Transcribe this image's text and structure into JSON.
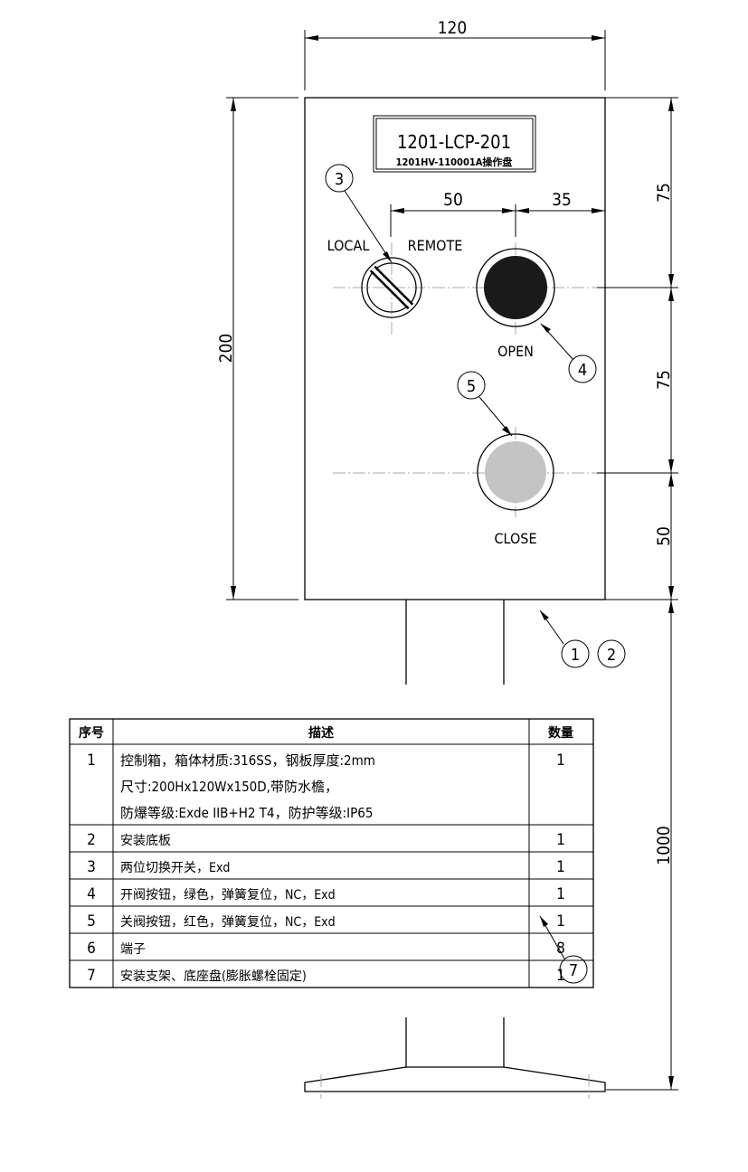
{
  "dimensions": {
    "width": "120",
    "height": "200",
    "sw_offset": "50",
    "btn_offset": "35",
    "row1": "75",
    "row2": "75",
    "row3": "50",
    "stand": "1000"
  },
  "nameplate": {
    "tag": "1201-LCP-201",
    "subtitle": "1201HV-110001A操作盘"
  },
  "labels": {
    "local": "LOCAL",
    "remote": "REMOTE",
    "open": "OPEN",
    "close": "CLOSE"
  },
  "balloons": {
    "b1": "1",
    "b2": "2",
    "b3": "3",
    "b4": "4",
    "b5": "5",
    "b7": "7"
  },
  "colors": {
    "open_button": "#1a1a1a",
    "close_button": "#c4c4c4"
  },
  "table": {
    "headers": [
      "序号",
      "描述",
      "数量"
    ],
    "rows": [
      {
        "no": "1",
        "desc": [
          "控制箱，箱体材质:316SS，钢板厚度:2mm",
          "尺寸:200Hx120Wx150D,带防水檐，",
          "防爆等级:Exde  IIB+H2  T4，防护等级:IP65"
        ],
        "qty": "1"
      },
      {
        "no": "2",
        "desc": [
          "安装底板"
        ],
        "qty": "1"
      },
      {
        "no": "3",
        "desc": [
          "两位切换开关，Exd"
        ],
        "qty": "1"
      },
      {
        "no": "4",
        "desc": [
          "开阀按钮，绿色，弹簧复位，NC，Exd"
        ],
        "qty": "1"
      },
      {
        "no": "5",
        "desc": [
          "关阀按钮，红色，弹簧复位，NC，Exd"
        ],
        "qty": "1"
      },
      {
        "no": "6",
        "desc": [
          "端子"
        ],
        "qty": "8"
      },
      {
        "no": "7",
        "desc": [
          "安装支架、底座盘(膨胀螺栓固定)"
        ],
        "qty": "1"
      }
    ]
  }
}
